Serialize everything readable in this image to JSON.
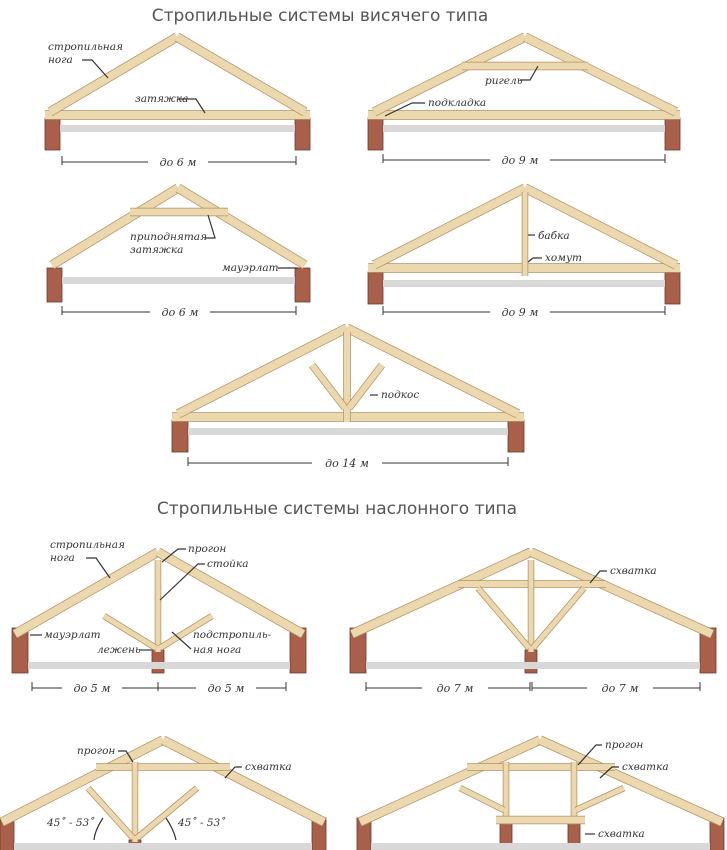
{
  "titles": {
    "hanging": "Стропильные системы висячего типа",
    "layered": "Стропильные системы наслонного типа"
  },
  "labels": {
    "rafter_leg_1": "стропильная",
    "rafter_leg_2": "нога",
    "tie": "затяжка",
    "collar": "ригель",
    "pad": "подкладка",
    "raised_tie_1": "приподнятая",
    "raised_tie_2": "затяжка",
    "mauerlat": "мауэрлат",
    "king_post": "бабка",
    "clamp": "хомут",
    "strut": "подкос",
    "purlin": "прогон",
    "post": "стойка",
    "sill": "лежень",
    "sub_rafter_1": "подстропиль-",
    "sub_rafter_2": "ная нога",
    "cross_tie": "схватка",
    "angle": "45˚ - 53˚"
  },
  "dimensions": {
    "a": "до 6 м",
    "b": "до 9 м",
    "c": "до 6 м",
    "d": "до 9 м",
    "e": "до 14 м",
    "f1": "до 5 м",
    "f2": "до 5 м",
    "g1": "до 7 м",
    "g2": "до 7 м"
  },
  "colors": {
    "wood": "#ecd8ae",
    "wood_edge": "#b3915e",
    "wall": "#a8604a",
    "ceiling": "#d8d8d8"
  }
}
